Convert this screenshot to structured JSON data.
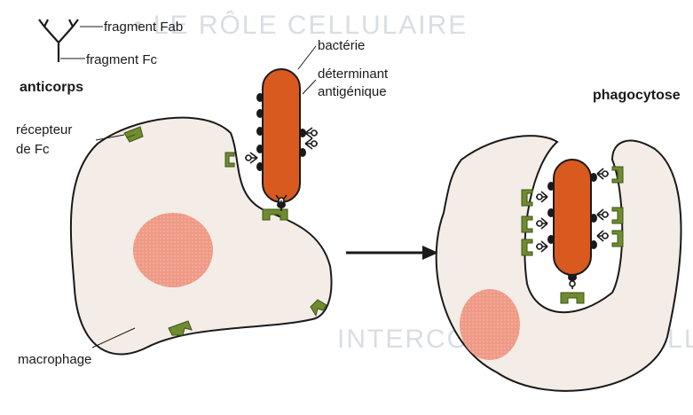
{
  "legend": {
    "fab_label": "fragment Fab",
    "fc_label": "fragment Fc",
    "antibody_label": "anticorps"
  },
  "labels": {
    "bacteria": "bactérie",
    "determinant_line1": "déterminant",
    "determinant_line2": "antigénique",
    "receptor_line1": "récepteur",
    "receptor_line2": "de Fc",
    "macrophage": "macrophage",
    "phagocytosis": "phagocytose"
  },
  "colors": {
    "cell_fill": "#f4ece6",
    "nucleus": "#ef9a86",
    "bacteria": "#d95a1e",
    "receptor": "#6f8c2e",
    "outline": "#1a1a1a"
  }
}
